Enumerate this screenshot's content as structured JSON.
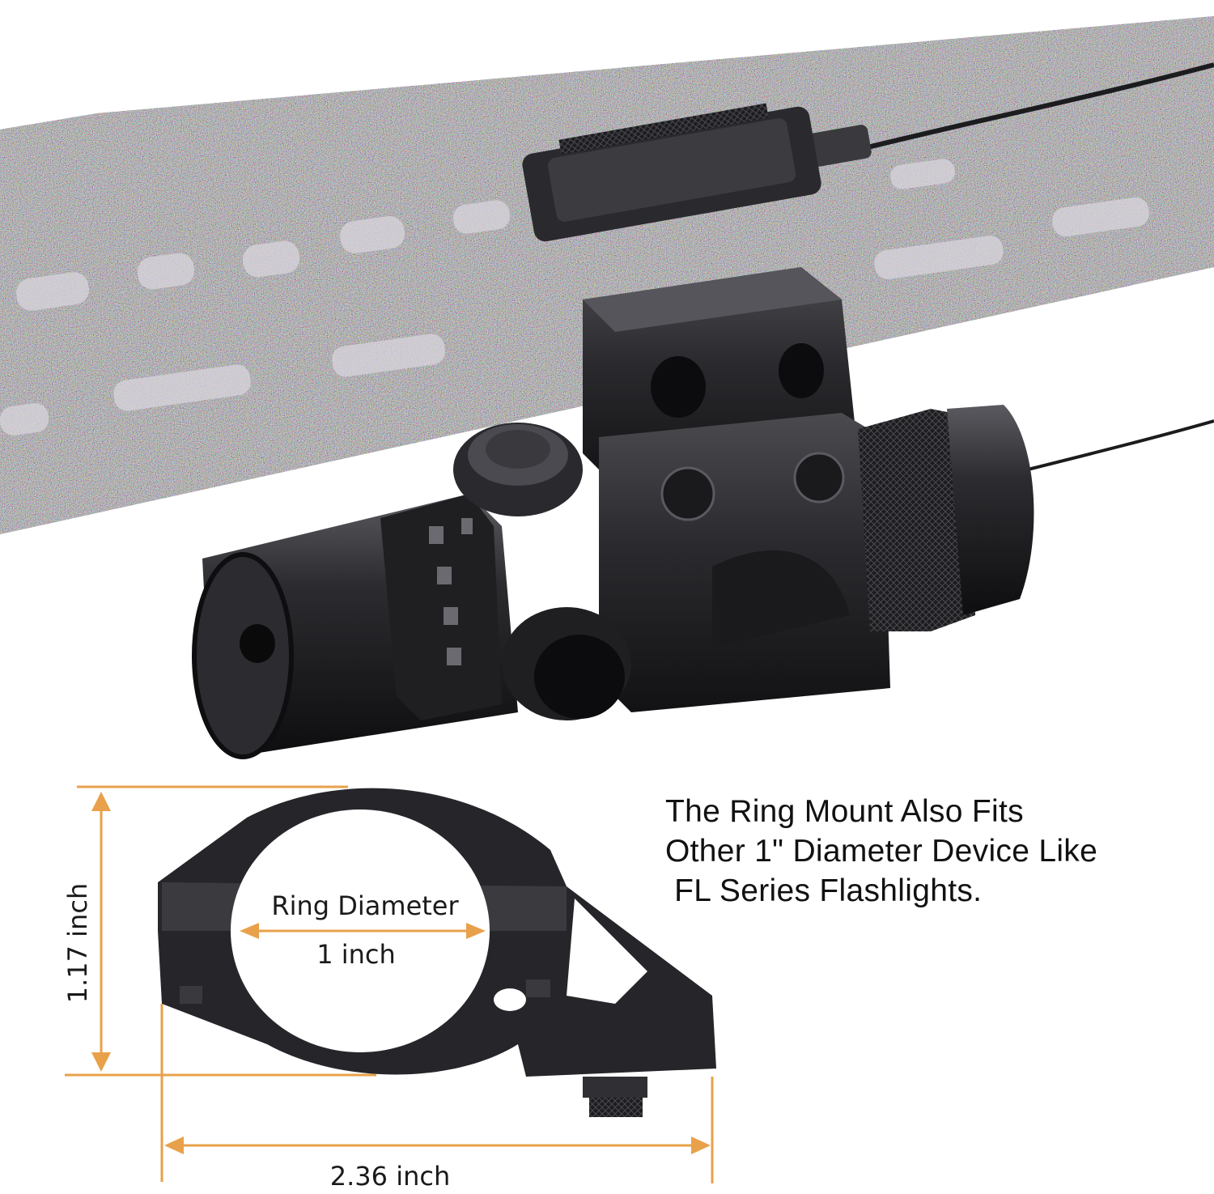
{
  "caption": {
    "lines": [
      "The Ring Mount Also Fits",
      "Other 1\" Diameter Device Like",
      " FL Series Flashlights."
    ]
  },
  "diagram": {
    "ring_label": "Ring Diameter",
    "ring_value": "1 inch",
    "height_label": "1.17 inch",
    "width_label": "2.36 inch"
  },
  "colors": {
    "dimension_lines": "#e8a14a",
    "metal": "#2b2b2e",
    "rail_noise": "#7a7480",
    "background": "#ffffff"
  },
  "icons": [
    "laser-sight-icon",
    "pressure-switch-icon",
    "ring-mount-icon",
    "rail-icon"
  ]
}
